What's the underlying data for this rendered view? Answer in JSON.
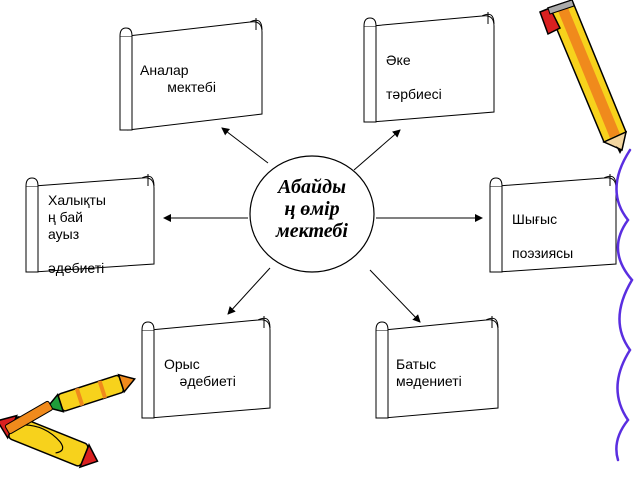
{
  "center": {
    "title": "Абайды\nң өмір\nмектебі"
  },
  "nodes": {
    "top_left": {
      "label": "Аналар\n       мектебі"
    },
    "top_right": {
      "label": "Әке\n\nтәрбиесі"
    },
    "middle_left": {
      "label": "Халықты\nң бай\nауыз\n\nәдебиеті"
    },
    "middle_right": {
      "label": "Шығыс\n\nпоэзиясы"
    },
    "bottom_left": {
      "label": "Орыс\n    әдебиеті"
    },
    "bottom_right": {
      "label": "Батыс\nмәдениеті"
    }
  },
  "colors": {
    "pencil_yellow": "#f7d21c",
    "pencil_orange": "#f08a1c",
    "pencil_red": "#d92020",
    "pencil_green": "#1f9d3a",
    "squiggle": "#5a2ee0",
    "outline": "#000000"
  },
  "decorations": [
    "pencil-icon",
    "crayons-icon",
    "squiggle-line"
  ]
}
